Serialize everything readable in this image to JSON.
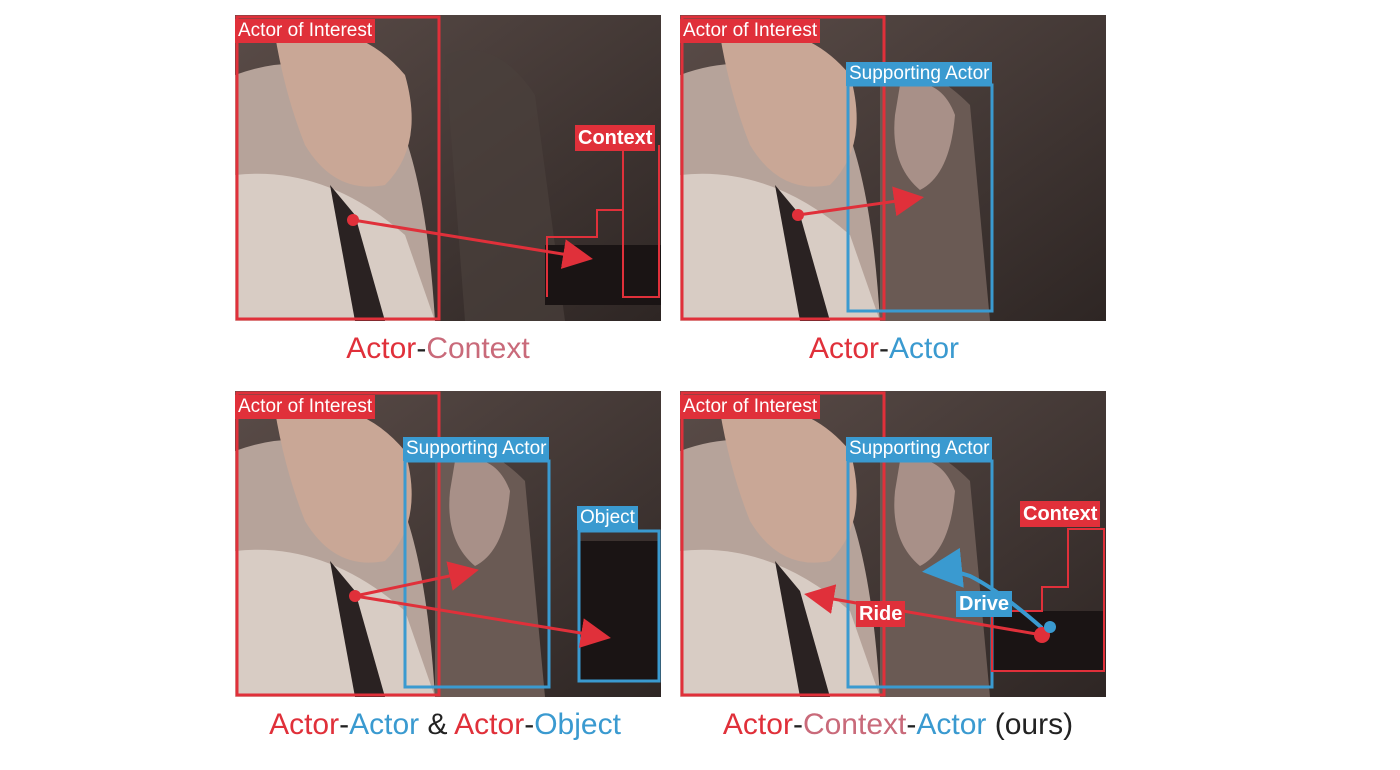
{
  "panels": [
    {
      "caption": {
        "p1": "Actor",
        "p2": "-",
        "p3": "Context"
      },
      "labels": {
        "actor": "Actor of Interest",
        "context": "Context"
      }
    },
    {
      "caption": {
        "p1": "Actor",
        "p2": "-",
        "p3": "Actor"
      },
      "labels": {
        "actor": "Actor of Interest",
        "support": "Supporting Actor"
      }
    },
    {
      "caption": {
        "p1": "Actor",
        "p2": "-",
        "p3": "Actor",
        "p4": "&",
        "p5": "Actor",
        "p6": "-",
        "p7": "Object"
      },
      "labels": {
        "actor": "Actor of Interest",
        "support": "Supporting Actor",
        "object": "Object"
      }
    },
    {
      "caption": {
        "p1": "Actor",
        "p2": "-",
        "p3": "Context",
        "p4": "-",
        "p5": "Actor",
        "p6": "(ours)"
      },
      "labels": {
        "actor": "Actor of Interest",
        "support": "Supporting Actor",
        "context": "Context",
        "ride": "Ride",
        "drive": "Drive"
      }
    }
  ],
  "colors": {
    "actor": "#e0303a",
    "support": "#3a9ad0",
    "context": "#c96a7a"
  }
}
